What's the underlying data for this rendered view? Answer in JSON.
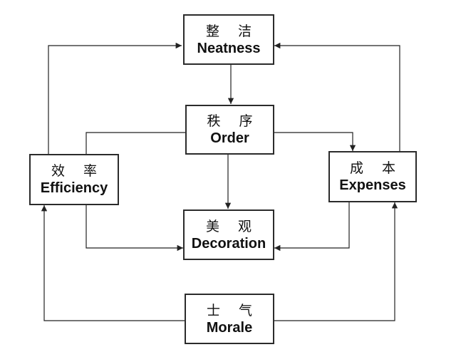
{
  "nodes": {
    "neatness": {
      "cn": "整 洁",
      "en": "Neatness"
    },
    "order": {
      "cn": "秩 序",
      "en": "Order"
    },
    "efficiency": {
      "cn": "效 率",
      "en": "Efficiency"
    },
    "expenses": {
      "cn": "成 本",
      "en": "Expenses"
    },
    "decoration": {
      "cn": "美 观",
      "en": "Decoration"
    },
    "morale": {
      "cn": "士 气",
      "en": "Morale"
    }
  },
  "colors": {
    "line": "#222222",
    "border": "#2b2b2b",
    "background": "#ffffff"
  }
}
